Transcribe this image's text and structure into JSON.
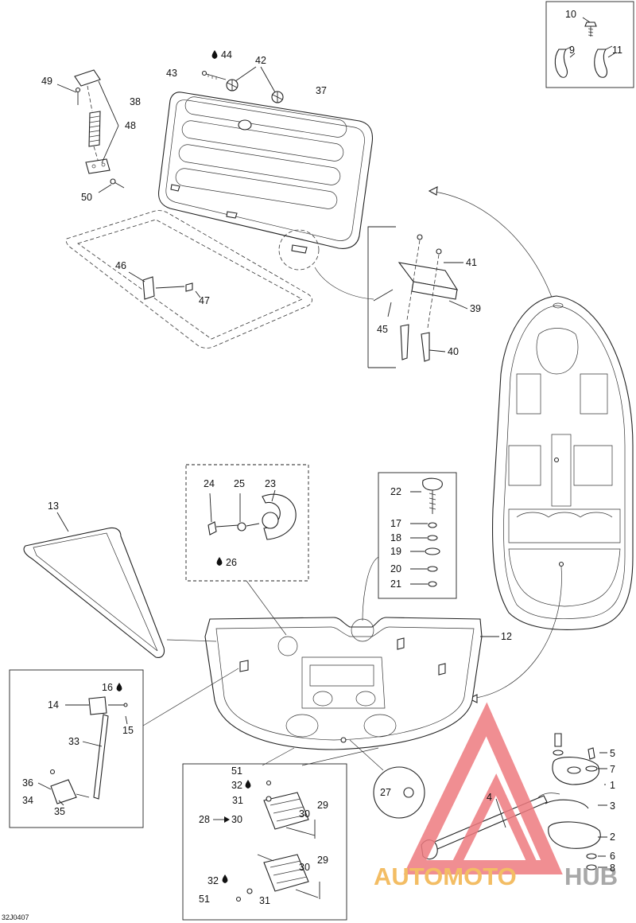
{
  "diagram_code": "32J0407",
  "callouts": [
    {
      "id": "c1",
      "text": "1"
    },
    {
      "id": "c2",
      "text": "2"
    },
    {
      "id": "c3",
      "text": "3"
    },
    {
      "id": "c4",
      "text": "4"
    },
    {
      "id": "c5",
      "text": "5"
    },
    {
      "id": "c6",
      "text": "6"
    },
    {
      "id": "c7",
      "text": "7"
    },
    {
      "id": "c8",
      "text": "8"
    },
    {
      "id": "c9",
      "text": "9"
    },
    {
      "id": "c10",
      "text": "10"
    },
    {
      "id": "c11",
      "text": "11"
    },
    {
      "id": "c12",
      "text": "12"
    },
    {
      "id": "c13",
      "text": "13"
    },
    {
      "id": "c14",
      "text": "14"
    },
    {
      "id": "c15",
      "text": "15"
    },
    {
      "id": "c16",
      "text": "16"
    },
    {
      "id": "c17",
      "text": "17"
    },
    {
      "id": "c18",
      "text": "18"
    },
    {
      "id": "c19",
      "text": "19"
    },
    {
      "id": "c20",
      "text": "20"
    },
    {
      "id": "c21",
      "text": "21"
    },
    {
      "id": "c22",
      "text": "22"
    },
    {
      "id": "c23",
      "text": "23"
    },
    {
      "id": "c24",
      "text": "24"
    },
    {
      "id": "c25",
      "text": "25"
    },
    {
      "id": "c26",
      "text": "26"
    },
    {
      "id": "c27",
      "text": "27"
    },
    {
      "id": "c28",
      "text": "28"
    },
    {
      "id": "c29a",
      "text": "29"
    },
    {
      "id": "c29b",
      "text": "29"
    },
    {
      "id": "c30a",
      "text": "30"
    },
    {
      "id": "c30b",
      "text": "30"
    },
    {
      "id": "c30c",
      "text": "30"
    },
    {
      "id": "c31a",
      "text": "31"
    },
    {
      "id": "c31b",
      "text": "31"
    },
    {
      "id": "c32a",
      "text": "32"
    },
    {
      "id": "c32b",
      "text": "32"
    },
    {
      "id": "c33",
      "text": "33"
    },
    {
      "id": "c34",
      "text": "34"
    },
    {
      "id": "c35",
      "text": "35"
    },
    {
      "id": "c36",
      "text": "36"
    },
    {
      "id": "c37",
      "text": "37"
    },
    {
      "id": "c38",
      "text": "38"
    },
    {
      "id": "c39",
      "text": "39"
    },
    {
      "id": "c40",
      "text": "40"
    },
    {
      "id": "c41",
      "text": "41"
    },
    {
      "id": "c42",
      "text": "42"
    },
    {
      "id": "c43",
      "text": "43"
    },
    {
      "id": "c44",
      "text": "44"
    },
    {
      "id": "c45",
      "text": "45"
    },
    {
      "id": "c46",
      "text": "46"
    },
    {
      "id": "c47",
      "text": "47"
    },
    {
      "id": "c48",
      "text": "48"
    },
    {
      "id": "c49",
      "text": "49"
    },
    {
      "id": "c50",
      "text": "50"
    },
    {
      "id": "c51a",
      "text": "51"
    },
    {
      "id": "c51b",
      "text": "51"
    }
  ],
  "watermark": {
    "text_a": "AUTOMOTO",
    "text_b": "HUB",
    "colors": {
      "triangle": "#ee7b80",
      "text_a": "#f2b24a",
      "text_b": "#9a9a9a"
    }
  },
  "icons": [
    "adhesive-drop-icon",
    "arrow-right-icon"
  ]
}
